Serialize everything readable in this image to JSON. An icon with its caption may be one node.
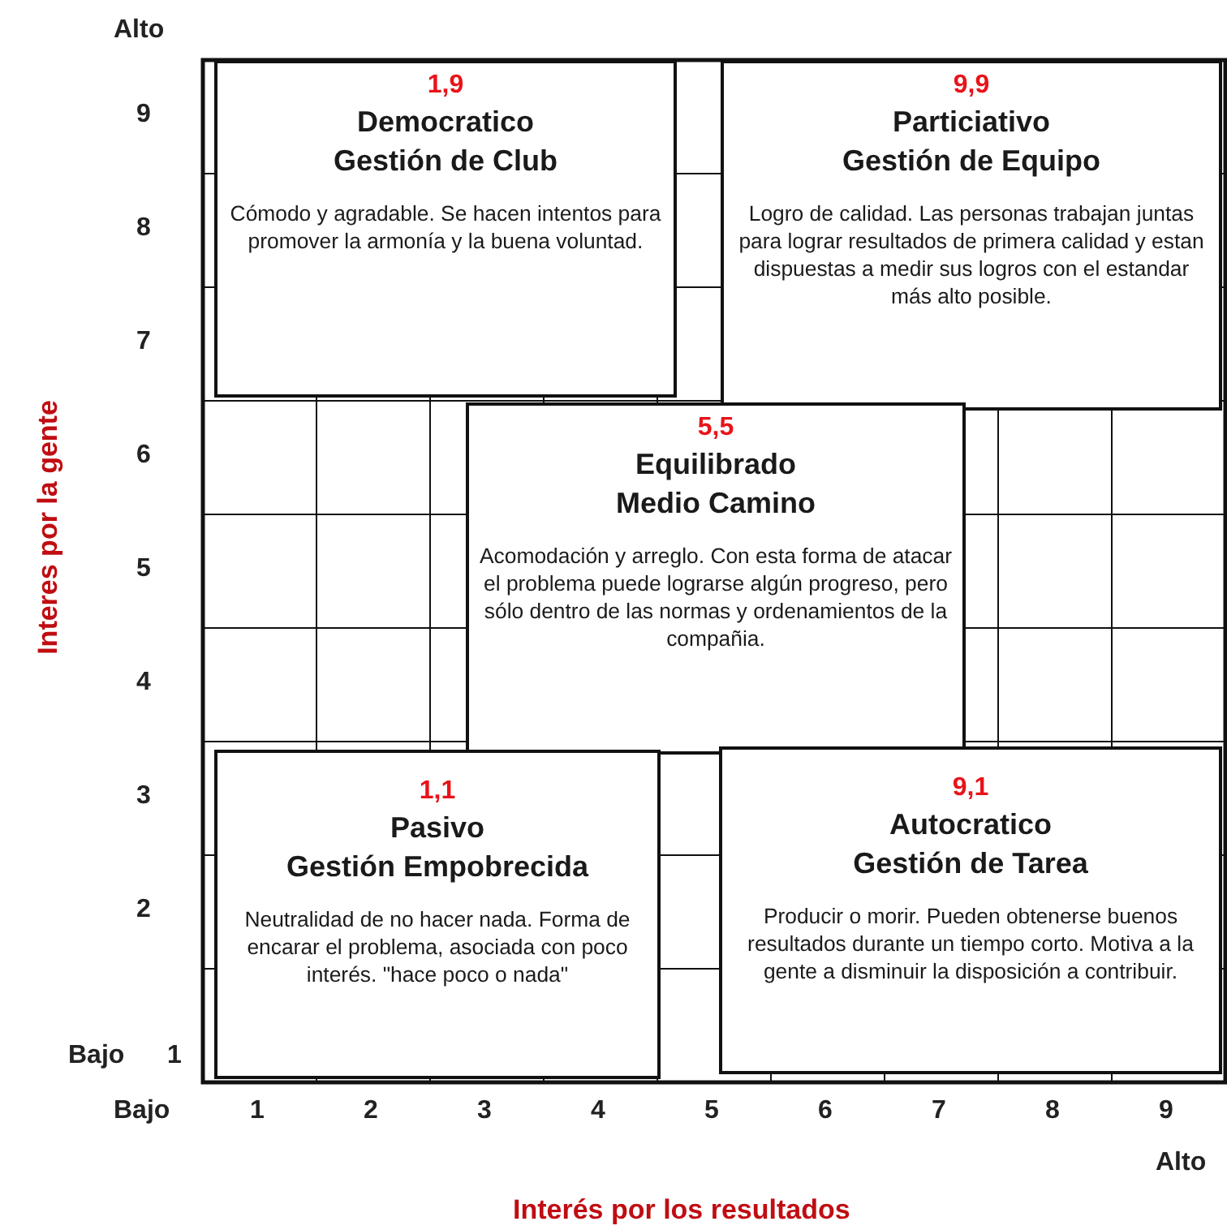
{
  "diagram": {
    "nodes": [
      {
        "text": [
          "1,9",
          "Democratico",
          "Gestión de Club",
          "Cómodo y agradable. Se hacen intentos para promover la armonía y la buena voluntad."
        ]
      },
      {
        "text": [
          "9,9",
          "Particiativo",
          "Gestión de Equipo",
          "Logro de calidad. Las personas trabajan juntas para lograr resultados de primera calidad y estan dispuestas a medir sus logros con el estandar más alto posible."
        ]
      },
      {
        "text": [
          "5,5",
          "Equilibrado",
          "Medio Camino",
          "Acomodación y arreglo. Con esta forma de atacar el problema puede lograrse algún progreso, pero sólo dentro de las normas y ordenamientos de la compañia."
        ]
      },
      {
        "text": [
          "1,1",
          "Pasivo",
          "Gestión Empobrecida",
          "Neutralidad de no hacer nada. Forma de encarar el problema, asociada con poco interés. \"hace poco o nada\""
        ]
      },
      {
        "text": [
          "9,1",
          "Autocratico",
          "Gestión de Tarea",
          "Producir o morir. Pueden obtenerse buenos resultados durante un tiempo corto. Motiva a la gente a disminuir la disposición a contribuir."
        ]
      }
    ],
    "labels": [
      "Alto",
      "9",
      "8",
      "7",
      "6",
      "5",
      "4",
      "3",
      "2",
      "Bajo",
      "1",
      "Bajo",
      "1",
      "2",
      "3",
      "4",
      "5",
      "6",
      "7",
      "8",
      "9",
      "Alto",
      "Interes por la gente",
      "Interés por los resultados"
    ]
  }
}
